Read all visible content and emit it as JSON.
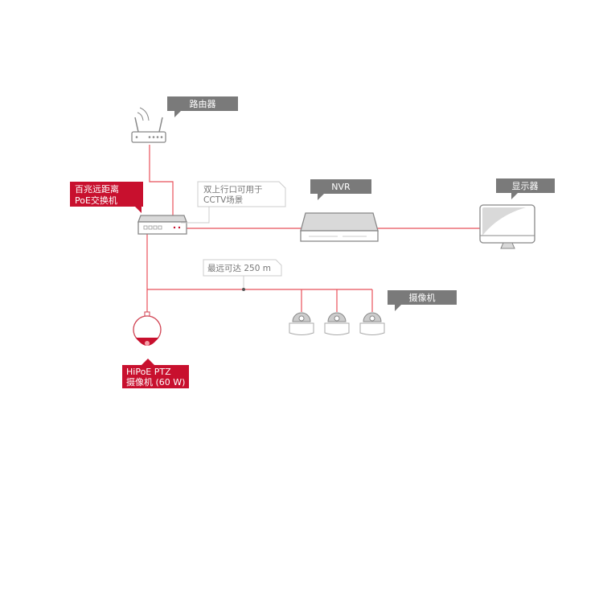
{
  "labels": {
    "router": "路由器",
    "switch_line1": "百兆远距离",
    "switch_line2": "PoE交换机",
    "nvr": "NVR",
    "display": "显示器",
    "cameras": "摄像机",
    "ptz_line1": "HiPoE PTZ",
    "ptz_line2": "摄像机 (60 W)"
  },
  "notes": {
    "uplink_line1": "双上行口可用于",
    "uplink_line2": "CCTV场景",
    "distance": "最远可达 250 m"
  },
  "colors": {
    "accent": "#c8102e",
    "label_gray": "#7a7a7a",
    "wire": "#e8505b"
  }
}
